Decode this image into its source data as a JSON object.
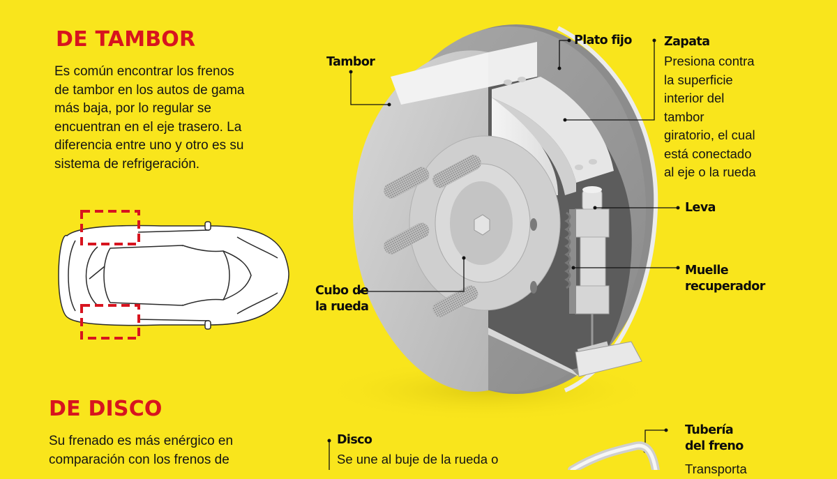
{
  "drum_section": {
    "title": "DE TAMBOR",
    "description_lines": [
      "Es común encontrar los frenos",
      "de tambor en los autos de gama",
      "más baja, por lo regular se",
      "encuentran en el eje trasero. La",
      "diferencia entre uno y otro es su",
      "sistema de refrigeración."
    ],
    "car_diagram": {
      "view": "top-view-car",
      "highlight": "rear-wheels",
      "highlight_style": "dashed",
      "highlight_color": "#d7141f"
    },
    "labels": {
      "tambor": "Tambor",
      "plato_fijo": "Plato fijo",
      "zapata": {
        "title": "Zapata",
        "description_lines": [
          "Presiona contra",
          "la superficie",
          "interior del",
          "tambor",
          "giratorio, el cual",
          "está conectado",
          "al eje o la rueda"
        ]
      },
      "leva": "Leva",
      "muelle": [
        "Muelle",
        "recuperador"
      ],
      "cubo": [
        "Cubo de",
        "la rueda"
      ]
    }
  },
  "disc_section": {
    "title": "DE DISCO",
    "description_lines": [
      "Su frenado es más enérgico en",
      "comparación con los frenos de"
    ],
    "labels": {
      "disco": {
        "title": "Disco",
        "description_lines": [
          "Se une al buje de la rueda o"
        ]
      },
      "tuberia": {
        "title_lines": [
          "Tubería",
          "del freno"
        ],
        "description_lines": [
          "Transporta"
        ]
      }
    }
  },
  "colors": {
    "background": "#f9e51c",
    "title_red": "#d7141f",
    "text": "#141414",
    "metal_light": "#e2e2e2",
    "metal_mid": "#b9b9b9",
    "metal_dark": "#6e6e6e"
  }
}
